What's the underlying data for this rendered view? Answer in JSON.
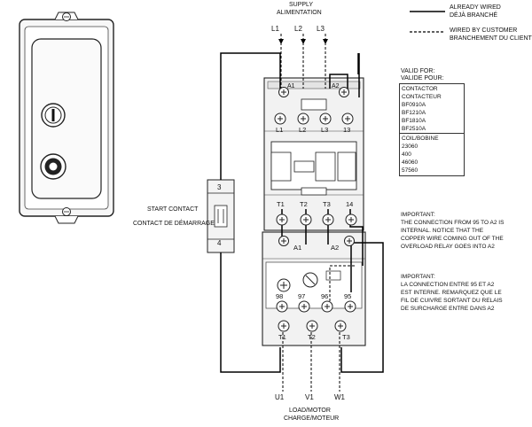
{
  "legend": {
    "already_wired_en": "ALREADY WIRED",
    "already_wired_fr": "DÉJÀ BRANCHÉ",
    "customer_wired_en": "WIRED BY CUSTOMER",
    "customer_wired_fr": "BRANCHEMENT DU CLIENT"
  },
  "supply": {
    "title_en": "SUPPLY",
    "title_fr": "ALIMENTATION",
    "lines": [
      "L1",
      "L2",
      "L3"
    ]
  },
  "contactor": {
    "top_terminals": [
      "L1",
      "L2",
      "L3",
      "13"
    ],
    "coil_a1": "A1",
    "coil_a2": "A2",
    "bottom_terminals": [
      "T1",
      "T2",
      "T3",
      "14"
    ]
  },
  "start_contact": {
    "label_en": "START CONTACT",
    "label_fr": "CONTACT DE DÉMARRAGE",
    "terminal_top": "3",
    "terminal_bottom": "4"
  },
  "valid_for": {
    "title_en": "VALID FOR:",
    "title_fr": "VALIDE POUR:",
    "items": [
      "CONTACTOR",
      "CONTACTEUR",
      "BF0910A",
      "BF1210A",
      "BF1810A",
      "BF2510A"
    ]
  },
  "coil": {
    "title": "COIL/BOBINE",
    "items": [
      "23060",
      "400",
      "46060",
      "57560"
    ]
  },
  "overload": {
    "coil_a1": "A1",
    "coil_a2": "A2",
    "aux_terminals": [
      "98",
      "97",
      "96",
      "95"
    ],
    "out_terminals": [
      "T1",
      "T2",
      "T3"
    ]
  },
  "important_en": {
    "title": "IMPORTANT:",
    "lines": [
      "THE CONNECTION FROM 95 TO A2 IS",
      "INTERNAL. NOTICE THAT THE",
      "COPPER WIRE COMING OUT OF THE",
      "OVERLOAD RELAY GOES INTO A2"
    ]
  },
  "important_fr": {
    "title": "IMPORTANT:",
    "lines": [
      "LA CONNECTION ENTRE 95 ET A2",
      "EST INTERNE. REMARQUEZ QUE LE",
      "FIL DE CUIVRE SORTANT DU RELAIS",
      "DE SURCHARGE ENTRE DANS A2"
    ]
  },
  "load": {
    "outputs": [
      "U1",
      "V1",
      "W1"
    ],
    "title_en": "LOAD/MOTOR",
    "title_fr": "CHARGE/MOTEUR"
  }
}
